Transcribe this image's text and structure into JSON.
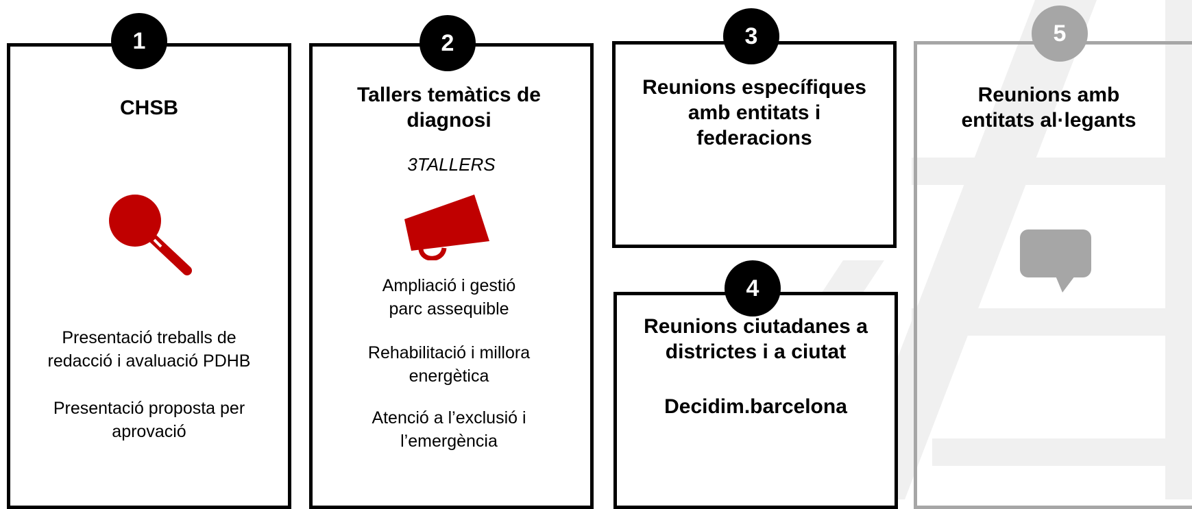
{
  "colors": {
    "accent": "#c00000",
    "grey": "#a6a6a6",
    "border": "#000000"
  },
  "steps": [
    {
      "number": "1",
      "title": "CHSB",
      "icon": "magnifier-icon",
      "items": [
        "Presentació treballs de redacció i avaluació PDHB",
        "Presentació  proposta per aprovació"
      ]
    },
    {
      "number": "2",
      "title": "Tallers temàtics de diagnosi",
      "subtitle": "3TALLERS",
      "icon": "megaphone-icon",
      "items": [
        "Ampliació i gestió parc assequible",
        "Rehabilitació i millora energètica",
        "Atenció a l’exclusió i l’emergència"
      ]
    },
    {
      "number": "3",
      "title": "Reunions específiques amb entitats i federacions"
    },
    {
      "number": "4",
      "title": "Reunions ciutadanes a districtes i a ciutat",
      "extra": "Decidim.barcelona"
    },
    {
      "number": "5",
      "title": "Reunions amb entitats al·legants",
      "icon": "speech-bubble-icon"
    }
  ]
}
